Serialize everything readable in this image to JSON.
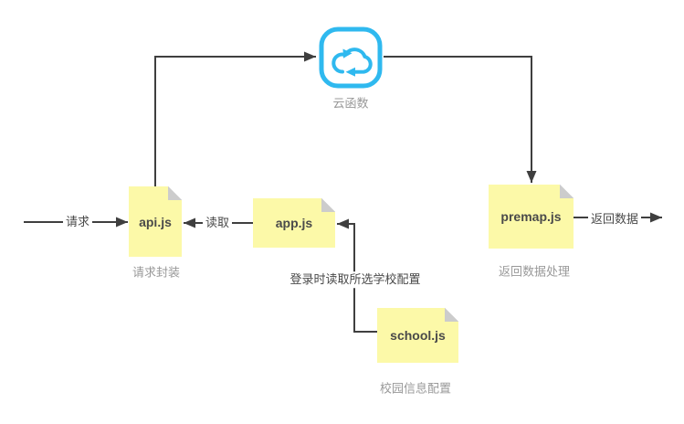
{
  "diagram": {
    "nodes": {
      "cloud_function": {
        "caption": "云函数"
      },
      "api": {
        "label": "api.js",
        "caption": "请求封装"
      },
      "app": {
        "label": "app.js"
      },
      "premap": {
        "label": "premap.js",
        "caption": "返回数据处理"
      },
      "school": {
        "label": "school.js",
        "caption": "校园信息配置"
      }
    },
    "edges": {
      "request_label": "请求",
      "read_label": "读取",
      "return_data_label": "返回数据",
      "login_read_label": "登录时读取所选学校配置"
    },
    "colors": {
      "canvas_bg": "#ffffff",
      "edge_line": "#3f3f3f",
      "note_fill": "#fcf9a8",
      "note_fold": "#cccccc",
      "node_text": "#4a4a4a",
      "caption_text": "#999999",
      "edge_label_text": "#4a4a4a",
      "cloud_accent": "#2fb9ef"
    }
  }
}
